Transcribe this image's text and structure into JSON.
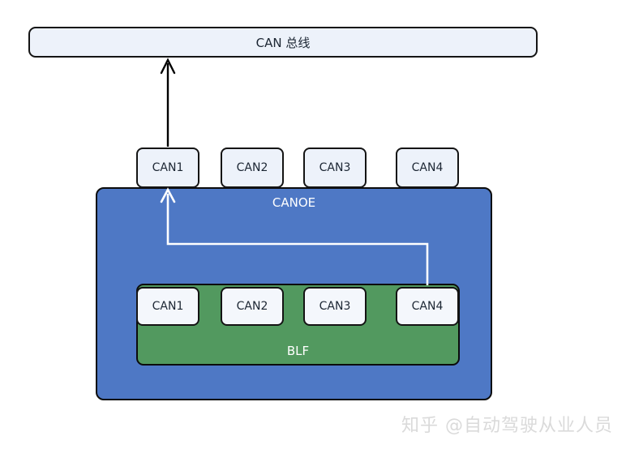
{
  "bus": {
    "label": "CAN 总线"
  },
  "canoe": {
    "label": "CANOE",
    "ports": [
      "CAN1",
      "CAN2",
      "CAN3",
      "CAN4"
    ]
  },
  "blf": {
    "label": "BLF",
    "channels": [
      "CAN1",
      "CAN2",
      "CAN3",
      "CAN4"
    ]
  },
  "watermark": {
    "text": "知乎 @自动驾驶从业人员"
  },
  "colors": {
    "canoe_fill": "#4E78C5",
    "blf_fill": "#52995F",
    "node_fill": "#EDF2FA",
    "bus_fill": "#EDF2FA",
    "border": "#0C0C0C",
    "bus_arrow": "#000000",
    "blf_to_port_arrow": "#FFFFFF",
    "watermark_text": "#DADADA"
  }
}
